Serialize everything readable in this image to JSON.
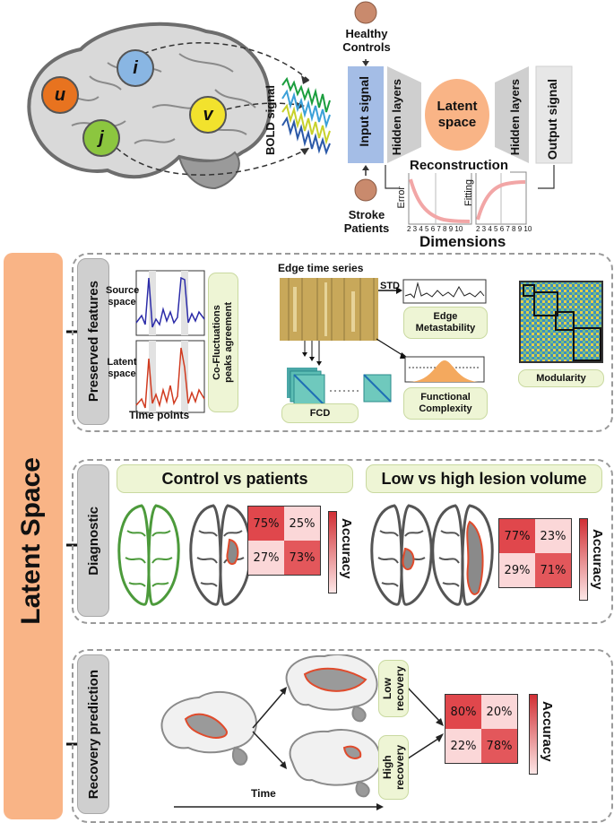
{
  "top": {
    "nodes": [
      "u",
      "i",
      "v",
      "j"
    ],
    "bold_signal": "BOLD signal",
    "healthy_controls": "Healthy\nControls",
    "stroke_patients": "Stroke\nPatients",
    "input_signal": "Input signal",
    "hidden_layers_left": "Hidden layers",
    "latent_space": "Latent\nspace",
    "hidden_layers_right": "Hidden layers",
    "output_signal": "Output signal",
    "reconstruction": "Reconstruction",
    "error": "Error",
    "fitting": "Fitting",
    "dimensions": "Dimensions",
    "error_ticks": "2 3 4 5 6 7 8 9 10",
    "fitting_ticks": "2 3 4 5 6 7 8 9 10"
  },
  "side_label": "Latent Space",
  "preserved": {
    "tab": "Preserved features",
    "source_space": "Source\nspace",
    "latent_space": "Latent\nspace",
    "time_points": "Time points",
    "cofluct": "Co-Fluctuations\npeaks agreement",
    "edge_time_series": "Edge time series",
    "std": "STD",
    "edge_metastability": "Edge\nMetastability",
    "fcd": "FCD",
    "functional_complexity": "Functional\nComplexity",
    "modularity": "Modularity"
  },
  "diagnostic": {
    "tab": "Diagnostic",
    "control_vs_patients": "Control vs patients",
    "low_vs_high": "Low vs high lesion volume",
    "cm1": [
      "75%",
      "25%",
      "27%",
      "73%"
    ],
    "cm2": [
      "77%",
      "23%",
      "29%",
      "71%"
    ],
    "accuracy": "Accuracy"
  },
  "recovery": {
    "tab": "Recovery prediction",
    "low_recovery": "Low\nrecovery",
    "high_recovery": "High\nrecovery",
    "time": "Time",
    "cm": [
      "80%",
      "20%",
      "22%",
      "78%"
    ],
    "accuracy": "Accuracy"
  },
  "colors": {
    "accent_orange": "#f9b486",
    "input_blue": "#a4bde6",
    "pill_green": "#eef5d5",
    "cm_dark": "#e0474c",
    "cm_light": "#fbd7d8",
    "node_u": "#e8731f",
    "node_i": "#89b6e3",
    "node_v": "#f2e22d",
    "node_j": "#8cc63f"
  }
}
